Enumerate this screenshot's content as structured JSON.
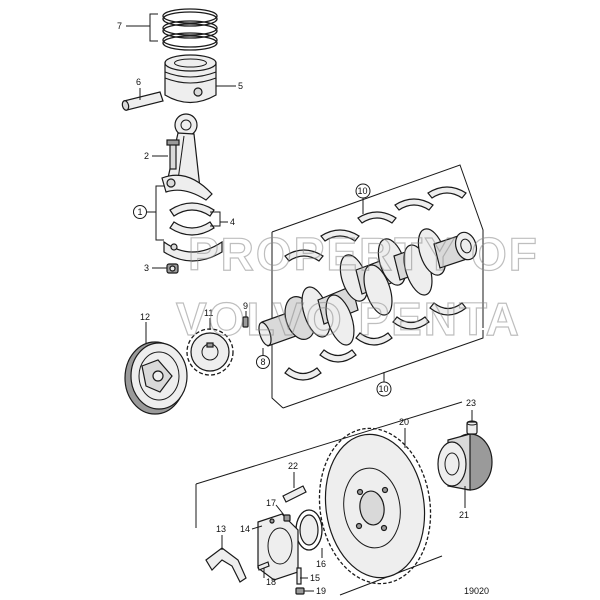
{
  "diagram": {
    "drawing_number": "19020",
    "watermark_line1": "PROPERTY OF",
    "watermark_line2": "VOLVO PENTA",
    "callouts": {
      "c1": "1",
      "c2": "2",
      "c3": "3",
      "c4": "4",
      "c5": "5",
      "c6": "6",
      "c7": "7",
      "c8": "8",
      "c9": "9",
      "c10a": "10",
      "c10b": "10",
      "c11": "11",
      "c12": "12",
      "c13": "13",
      "c14": "14",
      "c15": "15",
      "c16": "16",
      "c17": "17",
      "c18": "18",
      "c19": "19",
      "c20": "20",
      "c21": "21",
      "c22": "22",
      "c23": "23"
    }
  }
}
